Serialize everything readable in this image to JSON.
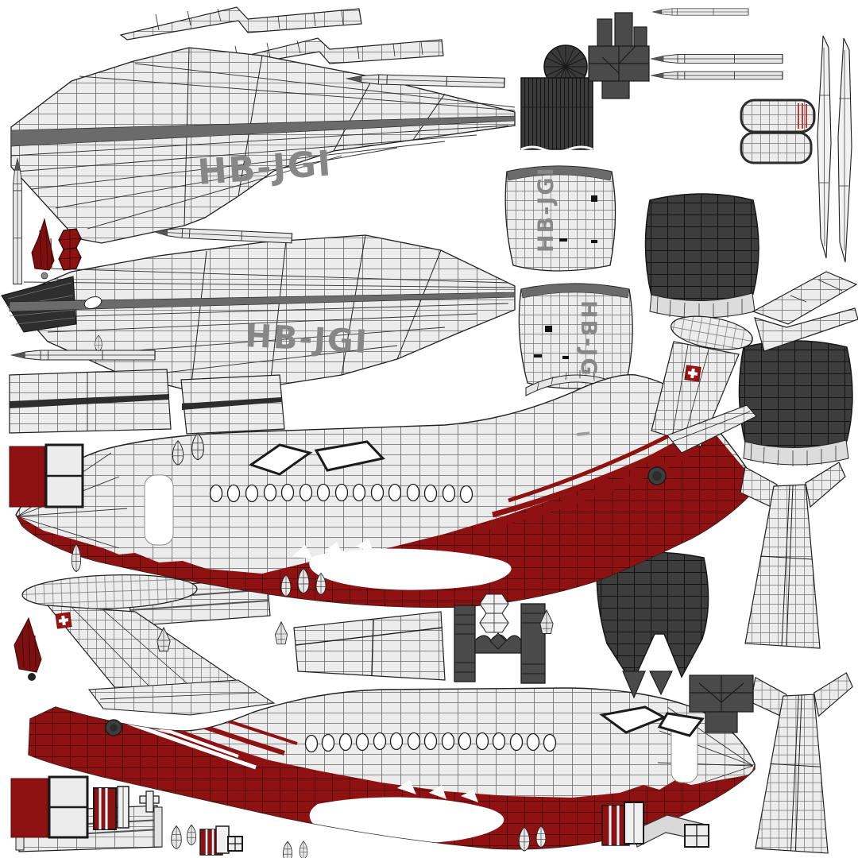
{
  "image": {
    "kind": "3d-model-uv-texture-wireframe-sheet",
    "subject": "business jet texture atlas with wireframe overlay",
    "background": "#ffffff"
  },
  "registration": "HB-JGI",
  "labels": {
    "wing_top": "HB-JGI",
    "wing_mid": "HB-JGI",
    "fairing_1": "HB-JGI",
    "fairing_2": "HB-JGI"
  },
  "colors": {
    "panel_light": "#ececec",
    "wire_dark": "#2a2a2a",
    "belly_red": "#8e1212",
    "accent_red": "#a31212",
    "dark_part": "#3d3d3d",
    "dark_part_alt": "#4a4a4a",
    "stripe_gray": "#6b6b6b",
    "label_gray": "#878787",
    "swiss_cross_red": "#9e1212",
    "swiss_cross_white": "#ffffff"
  },
  "icons": {
    "swiss_cross_count": 2
  },
  "parts": [
    "upper-wing-panel",
    "lower-wing-panel",
    "leading-edge-strips",
    "fuselage-left-side",
    "fuselage-right-side",
    "tail-fin-with-cross-1",
    "tail-fin-with-cross-2",
    "engine-nacelle-dark-1",
    "engine-nacelle-dark-2",
    "engine-inlet-liner",
    "engine-fan-disc",
    "engine-pylon-blocks",
    "inlet-lip-rings",
    "wing-root-fairing-1",
    "wing-root-fairing-2",
    "vertical-stabilizer-unwrap-1",
    "vertical-stabilizer-unwrap-2",
    "horizontal-stabilizer-fold",
    "aileron-fold",
    "flap-strips",
    "pitot-probes",
    "static-wicks",
    "gear-door-squares",
    "red-cone-parts",
    "landing-gear-strut",
    "small-fairing-pods"
  ]
}
